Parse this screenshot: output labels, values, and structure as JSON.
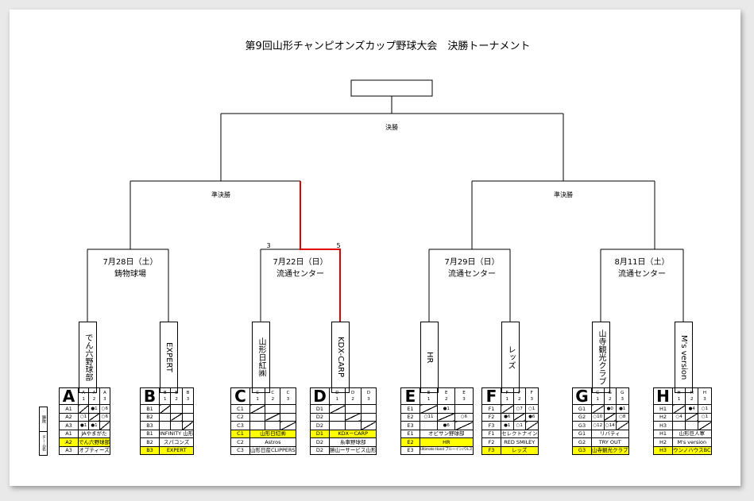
{
  "title": "第9回山形チャンピオンズカップ野球大会　決勝トーナメント",
  "rounds": {
    "final": "決勝",
    "semi_left": "準決勝",
    "semi_right": "準決勝"
  },
  "venues": [
    {
      "date": "7月28日（土）",
      "place": "鋳物球場"
    },
    {
      "date": "7月22日（日）",
      "place": "流通センター"
    },
    {
      "date": "7月29日（日）",
      "place": "流通センター"
    },
    {
      "date": "8月11日（土）",
      "place": "流通センター"
    }
  ],
  "scores": {
    "left": "3",
    "right": "5"
  },
  "highlight_color": "#e00000",
  "bracket_teams": [
    "でん六野球部",
    "EXPERT",
    "山形日紅㈱",
    "KDX-CARP",
    "HR",
    "レッズ",
    "山寺観光クラブ",
    "M's version"
  ],
  "legend": [
    "勝敗",
    "チーム名"
  ],
  "groups": [
    {
      "letter": "A",
      "subs": [
        "A\n1",
        "A\n2",
        "A\n3"
      ],
      "results": [
        [
          "A1",
          "",
          "●1",
          "○6"
        ],
        [
          "A2",
          "○1",
          "",
          "○6"
        ],
        [
          "A3",
          "●1",
          "●1",
          ""
        ]
      ],
      "teams": [
        [
          "A1",
          "JAやまがた",
          false
        ],
        [
          "A2",
          "でん六野球部",
          true
        ],
        [
          "A3",
          "オプティーズ",
          false
        ]
      ]
    },
    {
      "letter": "B",
      "subs": [
        "B\n1",
        "B\n2",
        "B\n3"
      ],
      "results": [
        [
          "B1",
          "",
          "",
          ""
        ],
        [
          "B2",
          "",
          "",
          ""
        ],
        [
          "B3",
          "",
          "",
          ""
        ]
      ],
      "teams": [
        [
          "B1",
          "INFINITY 山形",
          false
        ],
        [
          "B2",
          "スパコンズ",
          false
        ],
        [
          "B3",
          "EXPERT",
          true
        ]
      ]
    },
    {
      "letter": "C",
      "subs": [
        "C\n1",
        "C\n2",
        "C\n3"
      ],
      "results": [
        [
          "C1",
          "",
          "",
          ""
        ],
        [
          "C2",
          "",
          "",
          ""
        ],
        [
          "C3",
          "",
          "",
          ""
        ]
      ],
      "teams": [
        [
          "C1",
          "山形日紅㈱",
          true
        ],
        [
          "C2",
          "Astros",
          false
        ],
        [
          "C3",
          "山形日産CLIPPERS",
          false
        ]
      ]
    },
    {
      "letter": "D",
      "subs": [
        "D\n1",
        "D\n2",
        "D\n3"
      ],
      "results": [
        [
          "D1",
          "",
          "",
          ""
        ],
        [
          "D2",
          "",
          "",
          ""
        ],
        [
          "D2",
          "",
          "",
          ""
        ]
      ],
      "teams": [
        [
          "D1",
          "KDX－CARP",
          true
        ],
        [
          "D2",
          "糸車野球部",
          false
        ],
        [
          "D2",
          "勝山ーサービス山形",
          false
        ]
      ]
    },
    {
      "letter": "E",
      "subs": [
        "E\n1",
        "E\n2",
        "E\n3"
      ],
      "results": [
        [
          "E1",
          "",
          "●1",
          ""
        ],
        [
          "E2",
          "○11",
          "",
          "○6"
        ],
        [
          "E3",
          "",
          "●6",
          ""
        ]
      ],
      "teams": [
        [
          "E1",
          "オビサン野球部",
          false
        ],
        [
          "E2",
          "HR",
          true
        ],
        [
          "E3",
          "Ultimate Hand ブルーインパルス",
          false
        ]
      ]
    },
    {
      "letter": "F",
      "subs": [
        "F\n1",
        "F\n2",
        "F\n3"
      ],
      "results": [
        [
          "F1",
          "",
          "○7",
          "○1"
        ],
        [
          "F2",
          "●6",
          "",
          "●6"
        ],
        [
          "F3",
          "●1",
          "○1",
          ""
        ]
      ],
      "teams": [
        [
          "F1",
          "セレクトナイン",
          false
        ],
        [
          "F2",
          "RED SMILEY",
          false
        ],
        [
          "F3",
          "レッズ",
          true
        ]
      ]
    },
    {
      "letter": "G",
      "subs": [
        "G\n1",
        "G\n2",
        "G\n3"
      ],
      "results": [
        [
          "G1",
          "",
          "●0",
          "●1"
        ],
        [
          "G2",
          "○10",
          "",
          "○8"
        ],
        [
          "G3",
          "○12",
          "○14",
          ""
        ]
      ],
      "teams": [
        [
          "G1",
          "リバティ",
          false
        ],
        [
          "G2",
          "TRY OUT",
          false
        ],
        [
          "G3",
          "山寺観光クラブ",
          true
        ]
      ]
    },
    {
      "letter": "H",
      "subs": [
        "H\n1",
        "H\n2",
        "H\n3"
      ],
      "results": [
        [
          "H1",
          "",
          "●4",
          "○1"
        ],
        [
          "H2",
          "○4",
          "",
          "○1"
        ],
        [
          "H3",
          "",
          "",
          ""
        ]
      ],
      "teams": [
        [
          "H1",
          "山形巨人軍",
          false
        ],
        [
          "H2",
          "M's version",
          false
        ],
        [
          "H3",
          "ウンノハウスBC",
          true
        ]
      ]
    }
  ]
}
